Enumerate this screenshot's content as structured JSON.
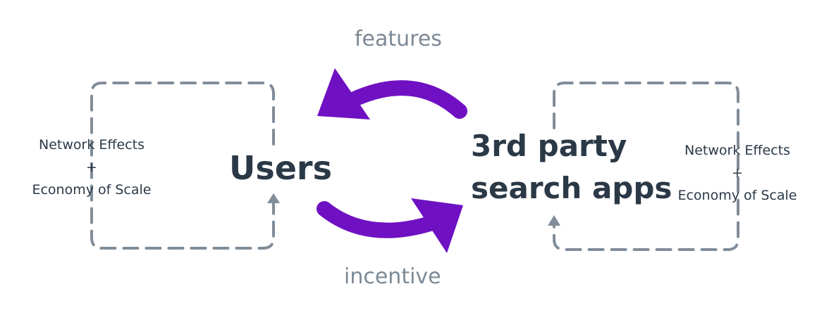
{
  "labels": {
    "top_flow": "features",
    "bottom_flow": "incentive",
    "left_node": "Users",
    "right_node_line1": "3rd party",
    "right_node_line2": "search apps"
  },
  "left_loop": {
    "line1": "Network Effects",
    "line2": "+",
    "line3": "Economy of Scale"
  },
  "right_loop": {
    "line1": "Network Effects",
    "line2": "+",
    "line3": "Economy of Scale"
  },
  "colors": {
    "arrow_purple": "#6f11c2",
    "dash_gray": "#808d99",
    "node_text": "#2b3947",
    "flow_text": "#7c8a96"
  }
}
